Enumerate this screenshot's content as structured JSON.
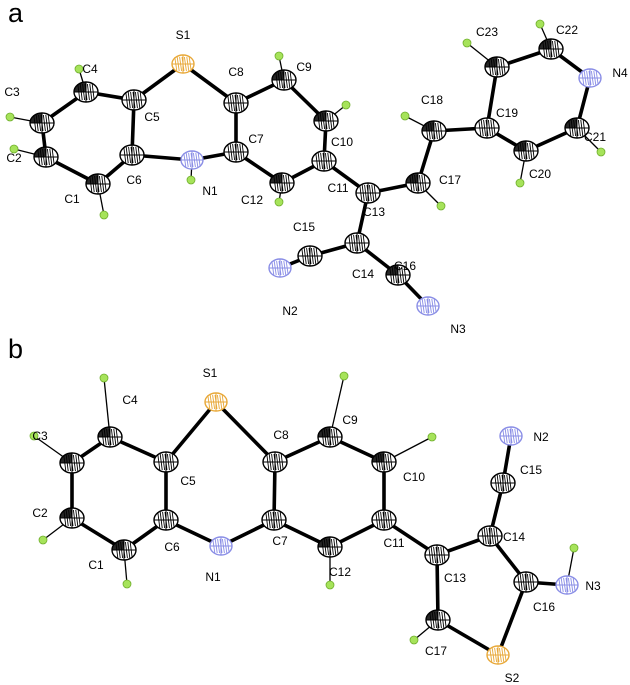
{
  "panels": [
    {
      "label": "a",
      "atoms": [
        {
          "id": "S1",
          "el": "S",
          "label": "S1"
        },
        {
          "id": "C1",
          "el": "C",
          "label": "C1"
        },
        {
          "id": "C2",
          "el": "C",
          "label": "C2"
        },
        {
          "id": "C3",
          "el": "C",
          "label": "C3"
        },
        {
          "id": "C4",
          "el": "C",
          "label": "C4"
        },
        {
          "id": "C5",
          "el": "C",
          "label": "C5"
        },
        {
          "id": "C6",
          "el": "C",
          "label": "C6"
        },
        {
          "id": "N1",
          "el": "N",
          "label": "N1"
        },
        {
          "id": "C7",
          "el": "C",
          "label": "C7"
        },
        {
          "id": "C8",
          "el": "C",
          "label": "C8"
        },
        {
          "id": "C9",
          "el": "C",
          "label": "C9"
        },
        {
          "id": "C10",
          "el": "C",
          "label": "C10"
        },
        {
          "id": "C11",
          "el": "C",
          "label": "C11"
        },
        {
          "id": "C12",
          "el": "C",
          "label": "C12"
        },
        {
          "id": "C13",
          "el": "C",
          "label": "C13"
        },
        {
          "id": "C14",
          "el": "C",
          "label": "C14"
        },
        {
          "id": "C15",
          "el": "C",
          "label": "C15"
        },
        {
          "id": "C16",
          "el": "C",
          "label": "C16"
        },
        {
          "id": "N2",
          "el": "N",
          "label": "N2"
        },
        {
          "id": "N3",
          "el": "N",
          "label": "N3"
        },
        {
          "id": "C17",
          "el": "C",
          "label": "C17"
        },
        {
          "id": "C18",
          "el": "C",
          "label": "C18"
        },
        {
          "id": "C19",
          "el": "C",
          "label": "C19"
        },
        {
          "id": "C20",
          "el": "C",
          "label": "C20"
        },
        {
          "id": "C21",
          "el": "C",
          "label": "C21"
        },
        {
          "id": "N4",
          "el": "N",
          "label": "N4"
        },
        {
          "id": "C22",
          "el": "C",
          "label": "C22"
        },
        {
          "id": "C23",
          "el": "C",
          "label": "C23"
        }
      ],
      "bonds": [
        [
          "S1",
          "C5"
        ],
        [
          "S1",
          "C8"
        ],
        [
          "C5",
          "C4"
        ],
        [
          "C4",
          "C3"
        ],
        [
          "C3",
          "C2"
        ],
        [
          "C2",
          "C1"
        ],
        [
          "C1",
          "C6"
        ],
        [
          "C6",
          "C5"
        ],
        [
          "C6",
          "N1"
        ],
        [
          "N1",
          "C7"
        ],
        [
          "C7",
          "C8"
        ],
        [
          "C8",
          "C9"
        ],
        [
          "C9",
          "C10"
        ],
        [
          "C10",
          "C11"
        ],
        [
          "C11",
          "C12"
        ],
        [
          "C12",
          "C7"
        ],
        [
          "C11",
          "C13"
        ],
        [
          "C13",
          "C14"
        ],
        [
          "C14",
          "C15"
        ],
        [
          "C15",
          "N2"
        ],
        [
          "C14",
          "C16"
        ],
        [
          "C16",
          "N3"
        ],
        [
          "C13",
          "C17"
        ],
        [
          "C17",
          "C18"
        ],
        [
          "C18",
          "C19"
        ],
        [
          "C19",
          "C20"
        ],
        [
          "C20",
          "C21"
        ],
        [
          "C21",
          "N4"
        ],
        [
          "N4",
          "C22"
        ],
        [
          "C22",
          "C23"
        ],
        [
          "C23",
          "C19"
        ]
      ],
      "hydrogens": [
        "C1",
        "C2",
        "C3",
        "C4",
        "C9",
        "C10",
        "C12",
        "N1",
        "C17",
        "C18",
        "C20",
        "C21",
        "C22",
        "C23"
      ]
    },
    {
      "label": "b",
      "atoms": [
        {
          "id": "S1",
          "el": "S",
          "label": "S1"
        },
        {
          "id": "C1",
          "el": "C",
          "label": "C1"
        },
        {
          "id": "C2",
          "el": "C",
          "label": "C2"
        },
        {
          "id": "C3",
          "el": "C",
          "label": "C3"
        },
        {
          "id": "C4",
          "el": "C",
          "label": "C4"
        },
        {
          "id": "C5",
          "el": "C",
          "label": "C5"
        },
        {
          "id": "C6",
          "el": "C",
          "label": "C6"
        },
        {
          "id": "N1",
          "el": "N",
          "label": "N1"
        },
        {
          "id": "C7",
          "el": "C",
          "label": "C7"
        },
        {
          "id": "C8",
          "el": "C",
          "label": "C8"
        },
        {
          "id": "C9",
          "el": "C",
          "label": "C9"
        },
        {
          "id": "C10",
          "el": "C",
          "label": "C10"
        },
        {
          "id": "C11",
          "el": "C",
          "label": "C11"
        },
        {
          "id": "C12",
          "el": "C",
          "label": "C12"
        },
        {
          "id": "C13",
          "el": "C",
          "label": "C13"
        },
        {
          "id": "C14",
          "el": "C",
          "label": "C14"
        },
        {
          "id": "C15",
          "el": "C",
          "label": "C15"
        },
        {
          "id": "N2",
          "el": "N",
          "label": "N2"
        },
        {
          "id": "C16",
          "el": "C",
          "label": "C16"
        },
        {
          "id": "N3",
          "el": "N",
          "label": "N3"
        },
        {
          "id": "C17",
          "el": "C",
          "label": "C17"
        },
        {
          "id": "S2",
          "el": "S",
          "label": "S2"
        }
      ],
      "bonds": [
        [
          "S1",
          "C5"
        ],
        [
          "S1",
          "C8"
        ],
        [
          "C5",
          "C4"
        ],
        [
          "C4",
          "C3"
        ],
        [
          "C3",
          "C2"
        ],
        [
          "C2",
          "C1"
        ],
        [
          "C1",
          "C6"
        ],
        [
          "C6",
          "C5"
        ],
        [
          "C6",
          "N1"
        ],
        [
          "N1",
          "C7"
        ],
        [
          "C7",
          "C8"
        ],
        [
          "C8",
          "C9"
        ],
        [
          "C9",
          "C10"
        ],
        [
          "C10",
          "C11"
        ],
        [
          "C11",
          "C12"
        ],
        [
          "C12",
          "C7"
        ],
        [
          "C11",
          "C13"
        ],
        [
          "C13",
          "C14"
        ],
        [
          "C14",
          "C15"
        ],
        [
          "C15",
          "N2"
        ],
        [
          "C14",
          "C16"
        ],
        [
          "C16",
          "N3"
        ],
        [
          "C13",
          "C17"
        ],
        [
          "C17",
          "S2"
        ],
        [
          "S2",
          "C16"
        ]
      ],
      "hydrogens": [
        "C1",
        "C2",
        "C3",
        "C4",
        "C9",
        "C10",
        "C12",
        "C17",
        "N3"
      ]
    }
  ],
  "element_colors": {
    "C": "#ffffff",
    "N": "#8a8ee6",
    "S": "#e8a838",
    "H": "#a6e35a"
  }
}
